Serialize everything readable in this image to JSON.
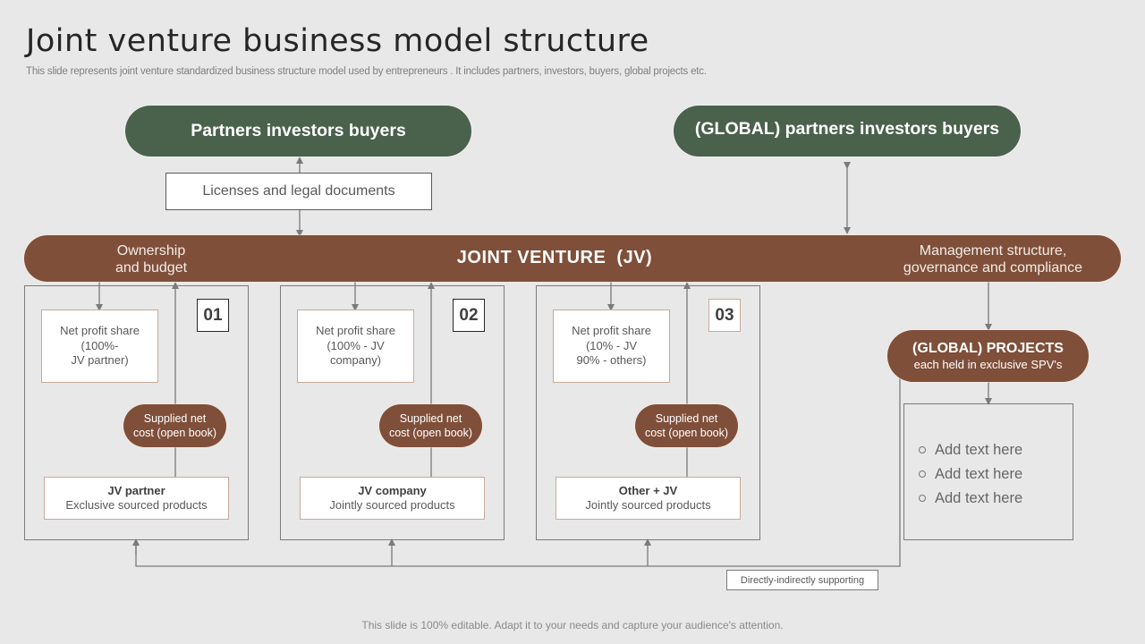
{
  "header": {
    "title": "Joint venture business model structure",
    "subtitle": "This slide represents joint venture standardized business structure model used by entrepreneurs . It includes partners, investors, buyers, global projects etc."
  },
  "top": {
    "partners": "Partners investors buyers",
    "global_partners": "(GLOBAL) partners investors buyers",
    "licenses": "Licenses and legal documents"
  },
  "jv_band": {
    "left_label_line1": "Ownership",
    "left_label_line2": "and budget",
    "title": "JOINT VENTURE  (JV)",
    "right_label_line1": "Management structure,",
    "right_label_line2": "governance and compliance"
  },
  "panels": [
    {
      "number": "01",
      "profit_lines": [
        "Net profit share",
        "(100%-",
        "JV partner)"
      ],
      "cost_lines": [
        "Supplied net",
        "cost (open book)"
      ],
      "source_title": "JV partner",
      "source_desc": "Exclusive sourced products"
    },
    {
      "number": "02",
      "profit_lines": [
        "Net profit share",
        "(100% - JV",
        "company)"
      ],
      "cost_lines": [
        "Supplied net",
        "cost (open book)"
      ],
      "source_title": "JV company",
      "source_desc": "Jointly sourced products"
    },
    {
      "number": "03",
      "profit_lines": [
        "Net profit share",
        "(10% - JV",
        "90% - others)"
      ],
      "cost_lines": [
        "Supplied net",
        "cost (open book)"
      ],
      "source_title": "Other + JV",
      "source_desc": "Jointly sourced products"
    }
  ],
  "projects": {
    "title": "(GLOBAL) PROJECTS",
    "subtitle": "each held in exclusive SPV's",
    "bullets": [
      "Add text here",
      "Add text here",
      "Add text here"
    ],
    "bullet_icon": "hollow-circle-bullet"
  },
  "support_label": "Directly-indirectly supporting",
  "footer": "This slide is 100% editable. Adapt it to your needs and capture your audience's attention.",
  "colors": {
    "background": "#e8e8e8",
    "green": "#4a614b",
    "brown": "#7f4f3a",
    "connector": "#7a7a7a"
  }
}
